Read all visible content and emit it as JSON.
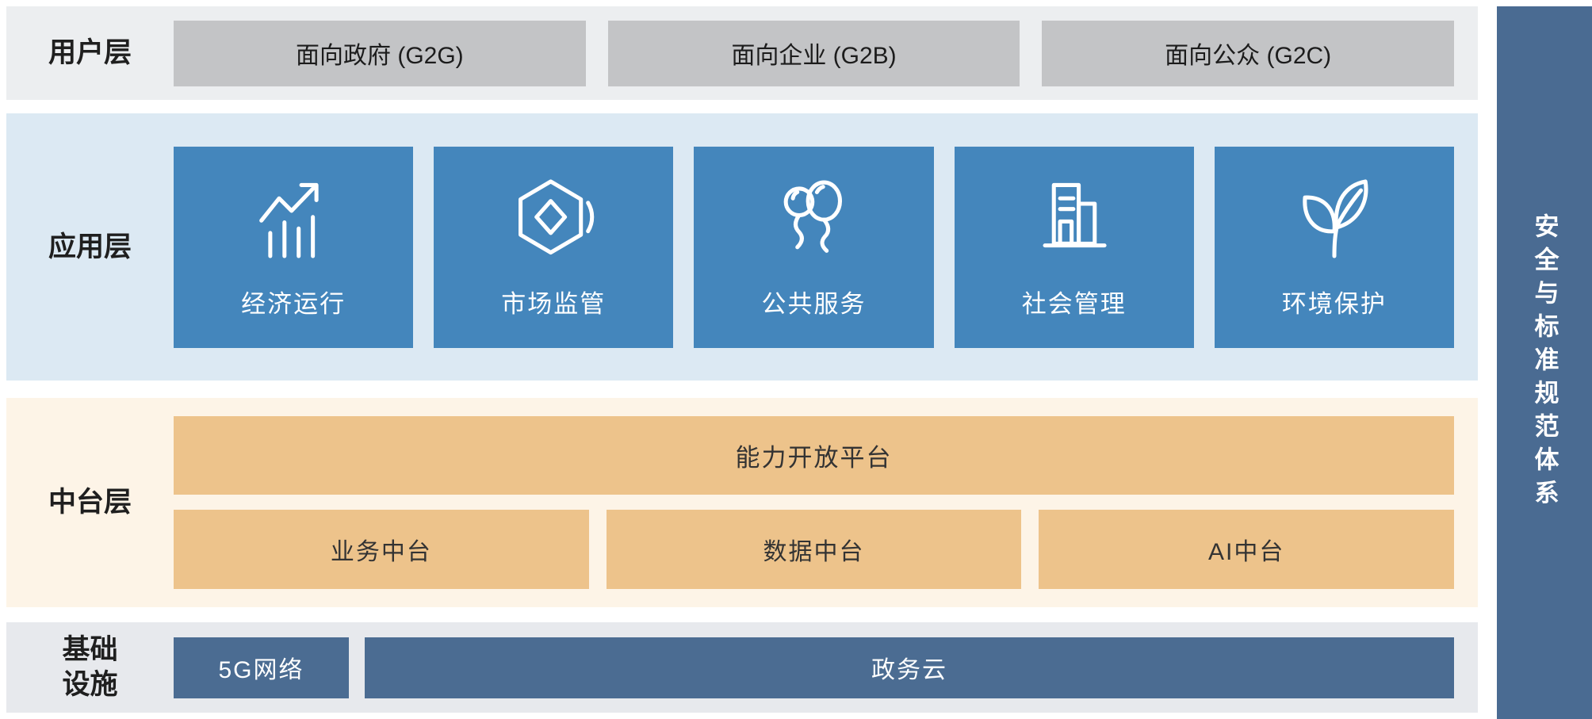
{
  "user_layer": {
    "label": "用户层",
    "items": {
      "g2g": "面向政府 (G2G)",
      "g2b": "面向企业 (G2B)",
      "g2c": "面向公众 (G2C)"
    }
  },
  "app_layer": {
    "label": "应用层",
    "cards": {
      "economy": "经济运行",
      "market": "市场监管",
      "public_service": "公共服务",
      "social": "社会管理",
      "environment": "环境保护"
    },
    "icons": {
      "economy": "trend-chart-icon",
      "market": "hexagon-box-icon",
      "public_service": "balloons-icon",
      "social": "building-icon",
      "environment": "leaves-icon"
    }
  },
  "middle_layer": {
    "label": "中台层",
    "platform": "能力开放平台",
    "business": "业务中台",
    "data": "数据中台",
    "ai": "AI中台"
  },
  "infra_layer": {
    "label": "基础设施",
    "network": "5G网络",
    "cloud": "政务云"
  },
  "side_bar": {
    "label": "安全与标准规范体系"
  },
  "colors": {
    "card_blue": "#4486bc",
    "app_row_bg": "#dce9f3",
    "gray_box": "#c3c4c6",
    "user_row_bg": "#eceef0",
    "orange_box": "#edc38b",
    "mid_row_bg": "#fdf4e7",
    "dark_blue_box": "#4b6c92",
    "infra_row_bg": "#e7e9ed",
    "side_bar_bg": "#4a6b92"
  }
}
